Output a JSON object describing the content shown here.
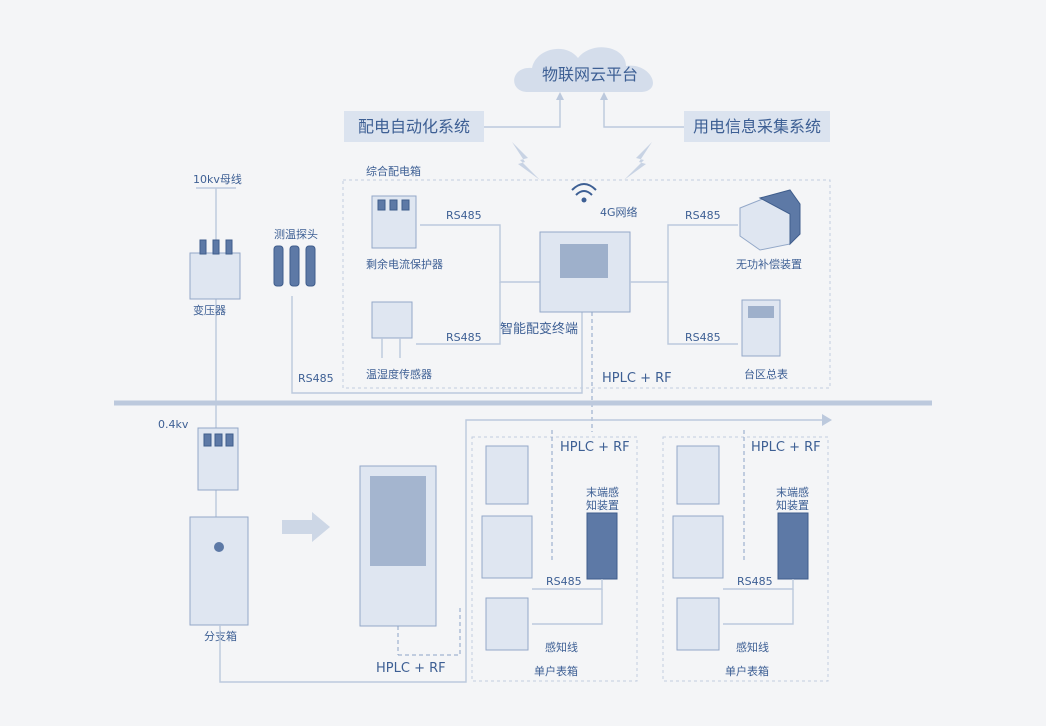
{
  "cloud": {
    "label": "物联网云平台"
  },
  "systems": {
    "left": "配电自动化系统",
    "right": "用电信息采集系统"
  },
  "top_section": {
    "bus_label": "10kv母线",
    "transformer": "变压器",
    "temp_probe": "测温探头",
    "box_title": "综合配电箱",
    "network": "4G网络",
    "rcd": "剩余电流保护器",
    "th_sensor": "温湿度传感器",
    "terminal": "智能配变终端",
    "var_comp": "无功补偿装置",
    "area_meter": "台区总表",
    "rs485_1": "RS485",
    "rs485_2": "RS485",
    "rs485_3": "RS485",
    "rs485_4": "RS485",
    "rs485_probe": "RS485",
    "hplc_rf": "HPLC + RF"
  },
  "bottom_section": {
    "low_voltage": "0.4kv",
    "branch_box": "分支箱",
    "hplc_rf_bottom": "HPLC + RF",
    "units": [
      {
        "hplc": "HPLC + RF",
        "end_device_line1": "末端感",
        "end_device_line2": "知装置",
        "rs485": "RS485",
        "sense_line": "感知线",
        "box_label": "单户表箱"
      },
      {
        "hplc": "HPLC + RF",
        "end_device_line1": "末端感",
        "end_device_line2": "知装置",
        "rs485": "RS485",
        "sense_line": "感知线",
        "box_label": "单户表箱"
      }
    ]
  },
  "colors": {
    "background": "#f4f5f7",
    "text": "#3d5f94",
    "device": "#5d79a6",
    "wire": "#bcc9dd",
    "system_box": "#dbe3ef"
  },
  "icons": [
    "cloud-icon",
    "lightning-icon",
    "wifi-icon",
    "arrow-right-icon"
  ]
}
